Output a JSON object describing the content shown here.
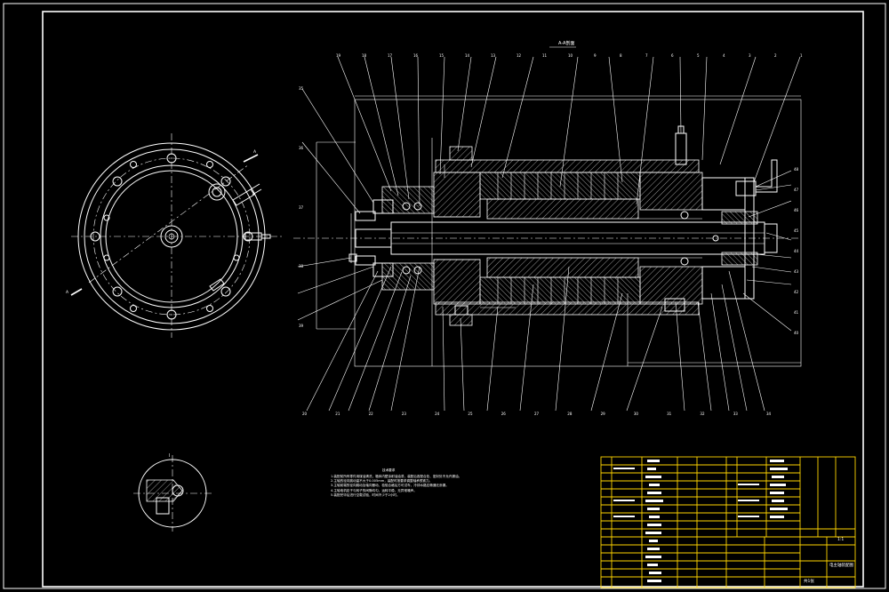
{
  "view_label": "A-A剖面",
  "detail_label": "I",
  "section_marker": "I",
  "notes": {
    "title": "技术要求",
    "lines": [
      "1.装配前所有零件用煤油清洗，箱体内壁涂耐油油漆，装配后各配合处、密封处不允许漏油。",
      "2.主轴的径向跳动量不大于0.005mm，装配时按要求调整轴承预紧力。",
      "3.主轴前端的径向跳动及轴向窜动，检验合格后方可试车，冷却水路应畅通无渗漏。",
      "4.主轴电机定子与转子的间隙均匀，运转平稳，无异常噪声。",
      "5.装配完毕后进行空载试验，时间不少于2小时。"
    ]
  },
  "title_block": {
    "drawing_name": "电主轴装配图",
    "scale": "1:1",
    "sheet": "共1张"
  },
  "part_numbers_top": [
    "19",
    "18",
    "17",
    "16",
    "15",
    "14",
    "13",
    "12",
    "11",
    "10",
    "9",
    "8",
    "7",
    "6",
    "5",
    "4",
    "3",
    "2",
    "1"
  ],
  "part_numbers_bottom": [
    "20",
    "21",
    "22",
    "23",
    "24",
    "25",
    "26",
    "27",
    "28",
    "29",
    "30",
    "31",
    "32",
    "33",
    "34"
  ],
  "part_numbers_right": [
    "48",
    "47",
    "46",
    "45",
    "44",
    "43",
    "42",
    "41",
    "40"
  ],
  "part_numbers_left": [
    "35",
    "36",
    "37",
    "38",
    "39"
  ]
}
